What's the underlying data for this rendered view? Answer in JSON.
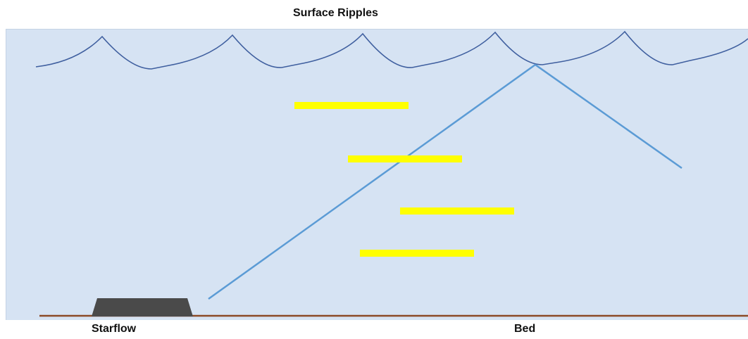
{
  "diagram": {
    "title": "Surface Ripples",
    "labels": {
      "instrument": "Starflow",
      "bed": "Bed"
    },
    "colors": {
      "water": "#d6e3f3",
      "ripple_line": "#3f5f9f",
      "beam": "#5b9bd5",
      "layer_marker": "#ffff00",
      "bed_line": "#8b4a26",
      "instrument": "#4a4a4a"
    },
    "layer_markers_count": 4
  }
}
